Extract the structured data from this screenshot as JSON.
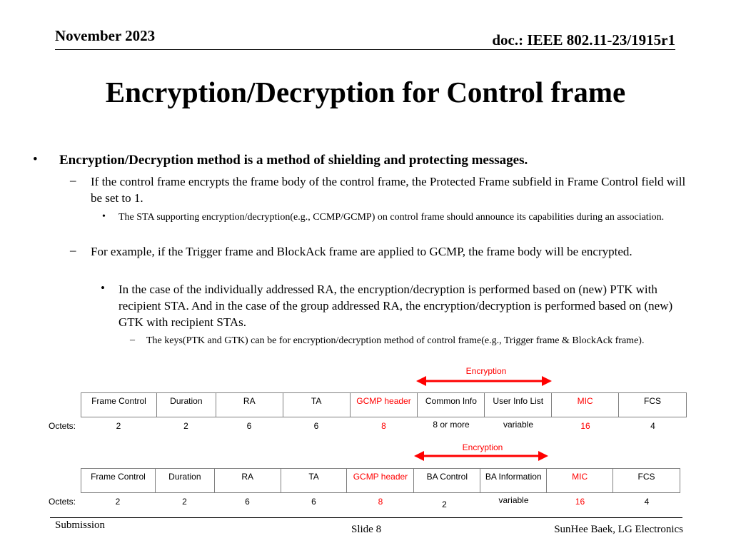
{
  "header": {
    "date": "November 2023",
    "doc": "doc.: IEEE 802.11-23/1915r1"
  },
  "title": "Encryption/Decryption for Control frame",
  "bullets": {
    "l1": "Encryption/Decryption method is a method of shielding and protecting messages.",
    "l2a": "If the control frame encrypts the frame body of the control frame, the Protected Frame subfield in Frame Control field will be set to 1.",
    "l3a": "The STA supporting encryption/decryption(e.g., CCMP/GCMP) on control frame should announce its capabilities during an association.",
    "l2b": "For example, if the Trigger frame and BlockAck frame are applied to GCMP, the frame body will be encrypted.",
    "l3b": "In the case of the individually addressed RA, the encryption/decryption is performed based on (new) PTK with recipient STA. And in the case of the group addressed RA, the encryption/decryption is performed based on (new) GTK with recipient STAs.",
    "l4": "The keys(PTK and GTK) can be for encryption/decryption method of control frame(e.g., Trigger frame & BlockAck frame).",
    "marks": {
      "dot": "•",
      "dash": "–"
    }
  },
  "diagram1": {
    "encryption_label": "Encryption",
    "octets_label": "Octets:",
    "fields": [
      "Frame Control",
      "Duration",
      "RA",
      "TA",
      "GCMP header",
      "Common Info",
      "User Info List",
      "MIC",
      "FCS"
    ],
    "octets": [
      "2",
      "2",
      "6",
      "6",
      "8",
      "8 or more",
      "variable",
      "16",
      "4"
    ]
  },
  "diagram2": {
    "encryption_label": "Encryption",
    "octets_label": "Octets:",
    "fields": [
      "Frame Control",
      "Duration",
      "RA",
      "TA",
      "GCMP header",
      "BA Control",
      "BA Information",
      "MIC",
      "FCS"
    ],
    "octets": [
      "2",
      "2",
      "6",
      "6",
      "8",
      "2",
      "variable",
      "16",
      "4"
    ]
  },
  "colors": {
    "accent_red": "#ff0000",
    "text": "#000000",
    "cell_border": "#7f7f7f"
  },
  "footer": {
    "left": "Submission",
    "center": "Slide 8",
    "right": "SunHee Baek, LG Electronics"
  }
}
